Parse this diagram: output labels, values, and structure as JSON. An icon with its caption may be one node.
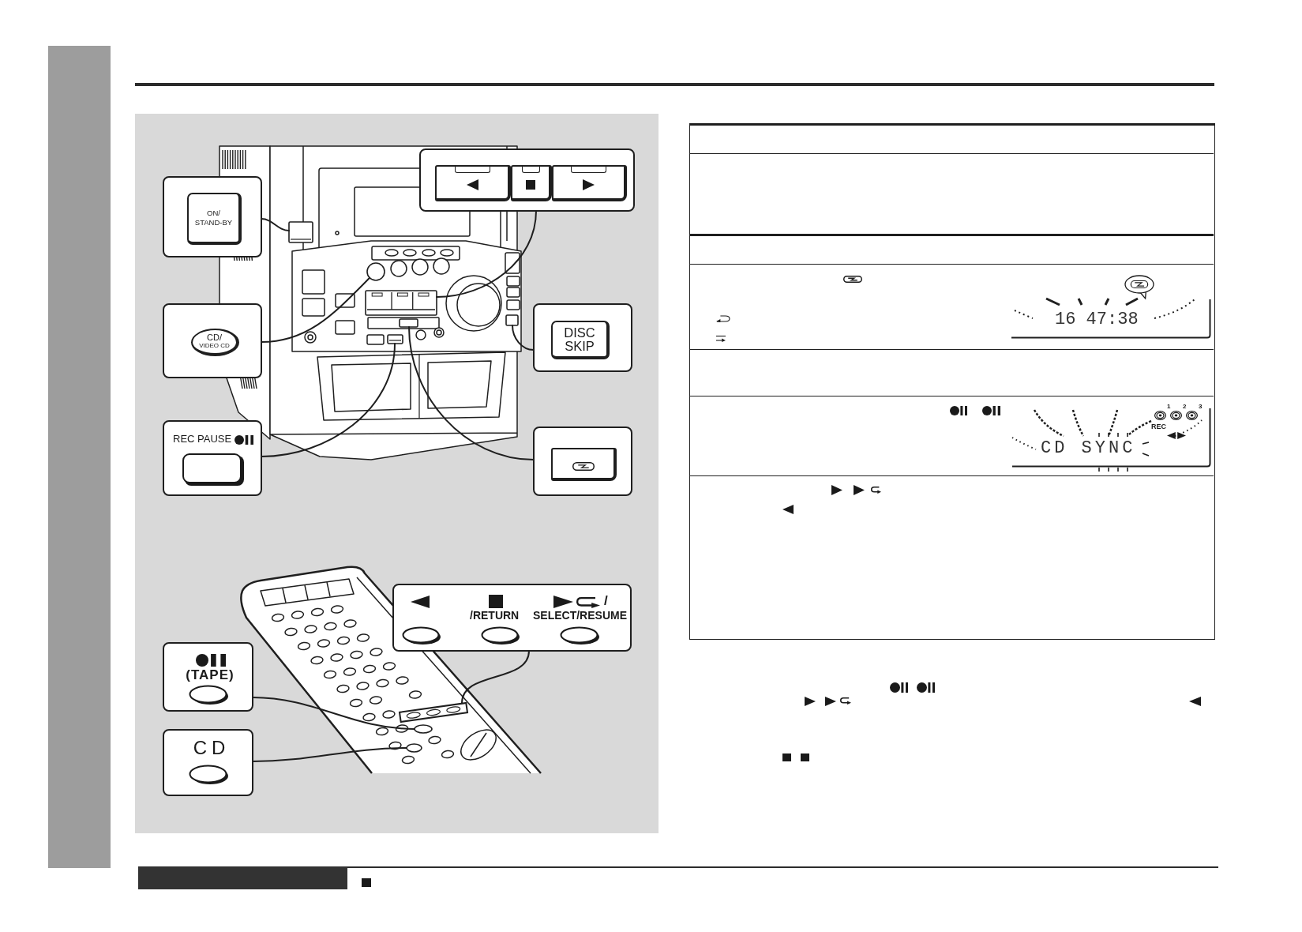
{
  "diagram": {
    "nodes": [
      {
        "text": [
          "ON/ STAND-BY"
        ]
      },
      {
        "text": [],
        "shape": "box"
      },
      {
        "text": [
          "CD/ VIDEO CD"
        ]
      },
      {
        "text": [
          "DISC SKIP"
        ]
      },
      {
        "text": [
          "REC PAUSE"
        ]
      },
      {
        "text": [],
        "shape": "box"
      },
      {
        "text": [
          "/RETURN",
          "/",
          "SELECT/RESUME"
        ]
      },
      {
        "text": [
          "(TAPE)"
        ]
      },
      {
        "text": [
          "CD"
        ]
      },
      {
        "text": [],
        "shape": "box"
      },
      {
        "text": [],
        "shape": "circle"
      },
      {
        "text": [],
        "shape": "box"
      },
      {
        "text": [],
        "shape": "box"
      },
      {
        "text": [],
        "shape": "box"
      },
      {
        "text": [],
        "shape": "box"
      },
      {
        "text": [],
        "shape": "box"
      },
      {
        "text": [],
        "shape": "oval"
      },
      {
        "text": [],
        "shape": "oval"
      },
      {
        "text": [],
        "shape": "bar"
      }
    ],
    "edges": [
      {
        "from": 0,
        "to": 9,
        "arrow": "none"
      },
      {
        "from": 1,
        "to": 11,
        "arrow": "none"
      },
      {
        "from": 2,
        "to": 10,
        "arrow": "none"
      },
      {
        "from": 3,
        "to": 12,
        "arrow": "none"
      },
      {
        "from": 4,
        "to": 13,
        "arrow": "none"
      },
      {
        "from": 5,
        "to": 14,
        "arrow": "none"
      },
      {
        "from": 6,
        "to": 15,
        "arrow": "none"
      },
      {
        "from": 7,
        "to": 16,
        "arrow": "none"
      },
      {
        "from": 8,
        "to": 17,
        "arrow": "none"
      }
    ],
    "labels": [
      "16 47:38",
      "1",
      "2",
      "3",
      "REC",
      "CD SYNC"
    ]
  }
}
